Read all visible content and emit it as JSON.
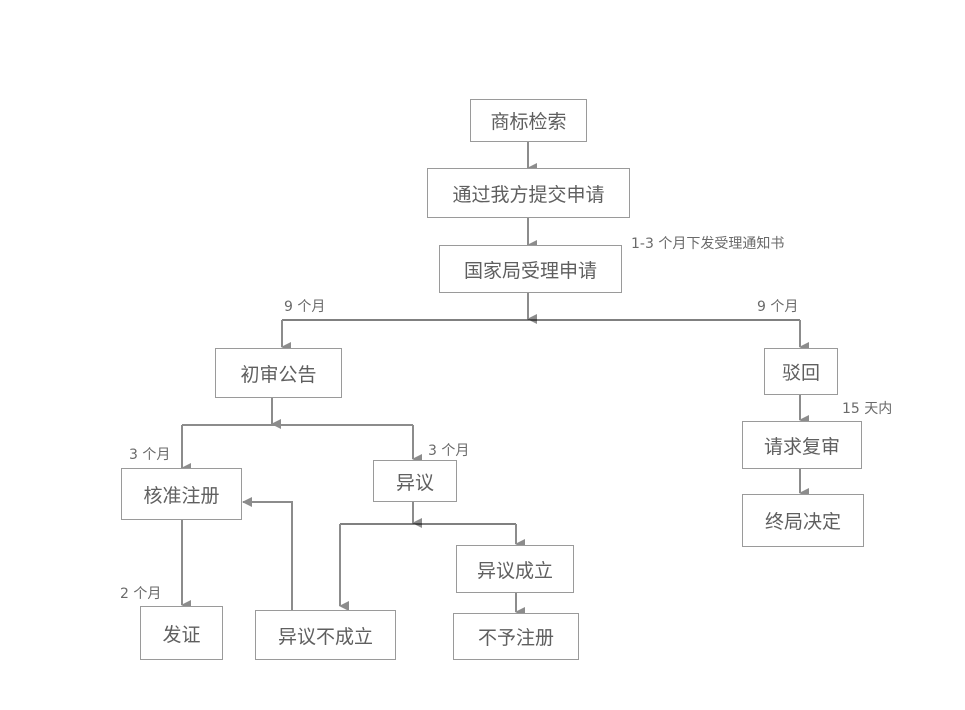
{
  "nodes": {
    "trademark_search": "商标检索",
    "submit_application": "通过我方提交申请",
    "bureau_accept": "国家局受理申请",
    "preliminary_announcement": "初审公告",
    "rejection": "驳回",
    "approve_registration": "核准注册",
    "opposition": "异议",
    "review_request": "请求复审",
    "final_decision": "终局决定",
    "opposition_succeeds": "异议成立",
    "certificate_issued": "发证",
    "opposition_fails": "异议不成立",
    "not_registered": "不予注册"
  },
  "labels": {
    "notice_time": "1-3 个月下发受理通知书",
    "left_nine_months": "9 个月",
    "right_nine_months": "9 个月",
    "fifteen_days": "15 天内",
    "approve_three_months": "3 个月",
    "opposition_three_months": "3 个月",
    "two_months": "2 个月"
  },
  "colors": {
    "arrow": "#8c8c8c",
    "branch_line": "#000000",
    "node_border": "#9a9a9a",
    "text": "#5f5f5f"
  }
}
